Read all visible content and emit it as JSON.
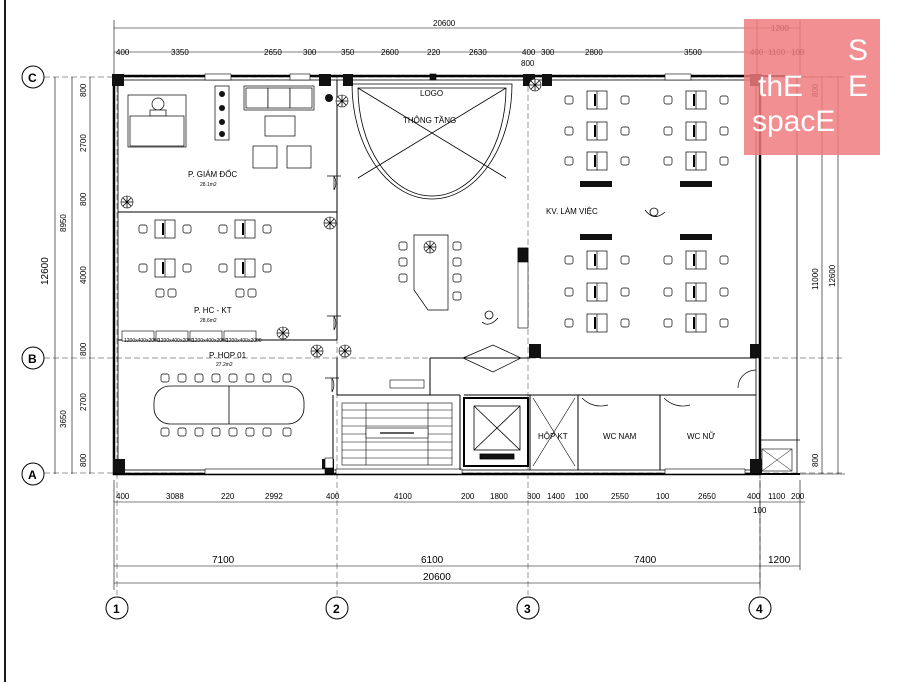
{
  "watermark": {
    "line1": "S",
    "line2": "thE",
    "line3": "E",
    "line4": "spacE",
    "bg": "#ef7b7f"
  },
  "rooms": {
    "giam_doc": "P. GIÁM ĐỐC",
    "giam_doc_area": "28.1m2",
    "hc_kt": "P. HC - KT",
    "hc_kt_area": "28.6m2",
    "hop": "P. HOP 01",
    "hop_area": "27.2m2",
    "logo": "LOGO",
    "thong_tang": "THÔNG TẦNG",
    "lam_viec": "KV. LÀM VIỆC",
    "hop_kt": "HỘP KT",
    "wc_nam": "WC NAM",
    "wc_nu": "WC NỮ",
    "cabinet": "1200x400x2000"
  },
  "top_dims": {
    "total": "20600",
    "right_small": "1200",
    "segments": [
      "400",
      "3350",
      "2650",
      "300",
      "350",
      "2600",
      "220",
      "2630",
      "400",
      "300",
      "2800",
      "3500",
      "400",
      "1100",
      "100"
    ],
    "mid_800": "800"
  },
  "bottom_dims": {
    "segments": [
      "400",
      "3088",
      "220",
      "2992",
      "400",
      "4100",
      "200",
      "1800",
      "300",
      "1400",
      "100",
      "2550",
      "100",
      "2650",
      "400",
      "1100",
      "200"
    ],
    "small_100": "100",
    "axes": [
      "7100",
      "6100",
      "7400",
      "1200"
    ],
    "total": "20600"
  },
  "left_dims": {
    "outer": "12600",
    "mid": [
      "8950",
      "3650"
    ],
    "inner": [
      "800",
      "2700",
      "800",
      "4000",
      "800",
      "2700",
      "800"
    ]
  },
  "right_dims": {
    "inner": [
      "800",
      "11000",
      "800"
    ],
    "outer": "12600"
  },
  "grid_labels": {
    "rows": [
      "C",
      "B",
      "A"
    ],
    "cols": [
      "1",
      "2",
      "3",
      "4"
    ]
  }
}
